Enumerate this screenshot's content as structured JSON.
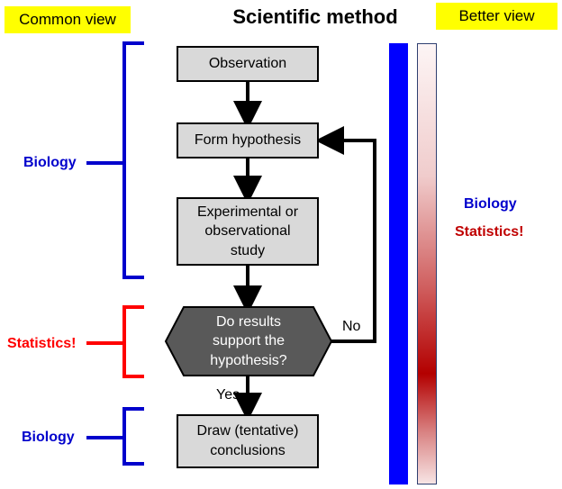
{
  "header": {
    "common_view": "Common view",
    "title": "Scientific method",
    "better_view": "Better view"
  },
  "flow": {
    "observation": "Observation",
    "hypothesis": "Form hypothesis",
    "study": "Experimental or\nobservational\nstudy",
    "decision": "Do results\nsupport the\nhypothesis?",
    "conclusions": "Draw (tentative)\nconclusions",
    "no": "No",
    "yes": "Yes"
  },
  "common_view_labels": {
    "biology_top": "Biology",
    "statistics": "Statistics!",
    "biology_bottom": "Biology"
  },
  "better_view_labels": {
    "biology": "Biology",
    "statistics": "Statistics!"
  },
  "colors": {
    "biology": "#0000cc",
    "statistics": "#ff0000",
    "highlight": "#ffff00",
    "box_fill": "#d9d9d9",
    "decision_fill": "#595959",
    "blue_bar": "#0000ff",
    "gradient_peak": "#b30000"
  }
}
